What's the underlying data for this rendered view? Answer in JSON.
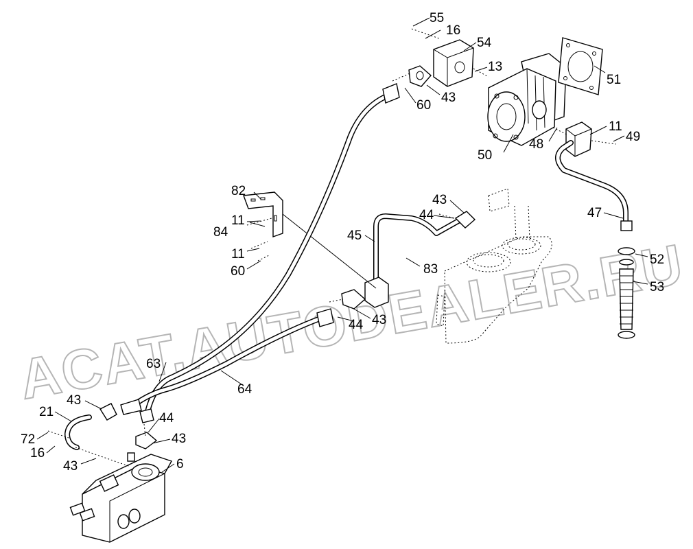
{
  "watermark": "ACAT.AUTODEALER.RU",
  "callouts": [
    "55",
    "16",
    "54",
    "13",
    "51",
    "43",
    "60",
    "50",
    "48",
    "11",
    "49",
    "82",
    "84",
    "11",
    "60",
    "11",
    "43",
    "44",
    "45",
    "83",
    "47",
    "52",
    "53",
    "44",
    "43",
    "63",
    "64",
    "43",
    "44",
    "21",
    "72",
    "16",
    "43",
    "43",
    "6"
  ]
}
